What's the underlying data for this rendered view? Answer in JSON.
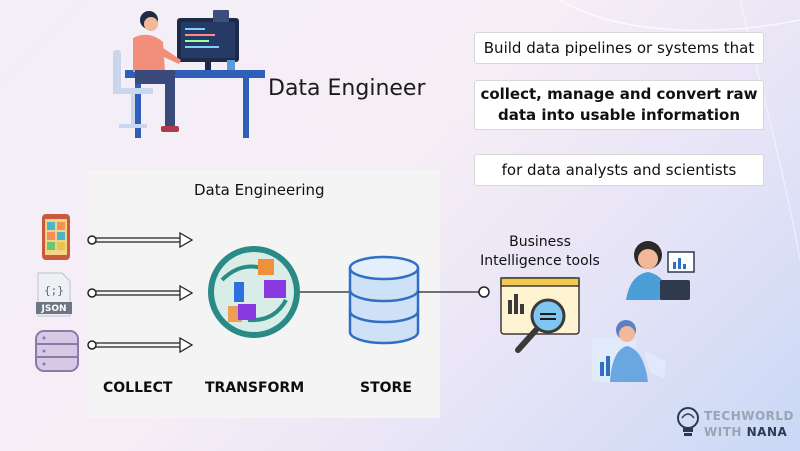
{
  "header": {
    "title": "Data Engineer"
  },
  "description_boxes": [
    {
      "text": "Build data pipelines or systems that"
    },
    {
      "line1": "collect, manage and convert raw",
      "line2": "data into usable information"
    },
    {
      "text": "for data analysts and scientists"
    }
  ],
  "pipeline": {
    "title": "Data Engineering",
    "stages": {
      "collect": "COLLECT",
      "transform": "TRANSFORM",
      "store": "STORE"
    },
    "json_icon_label": "JSON",
    "json_brace_label": "{;}"
  },
  "consumers": {
    "bi_line1": "Business",
    "bi_line2": "Intelligence tools"
  },
  "brand": {
    "line1": "TECHWORLD",
    "line2_a": "WITH ",
    "line2_b": "NANA"
  },
  "colors": {
    "accent_blue": "#2f6fc4",
    "transform_green": "#2a8a86",
    "store_blue": "#cfe1f7"
  }
}
